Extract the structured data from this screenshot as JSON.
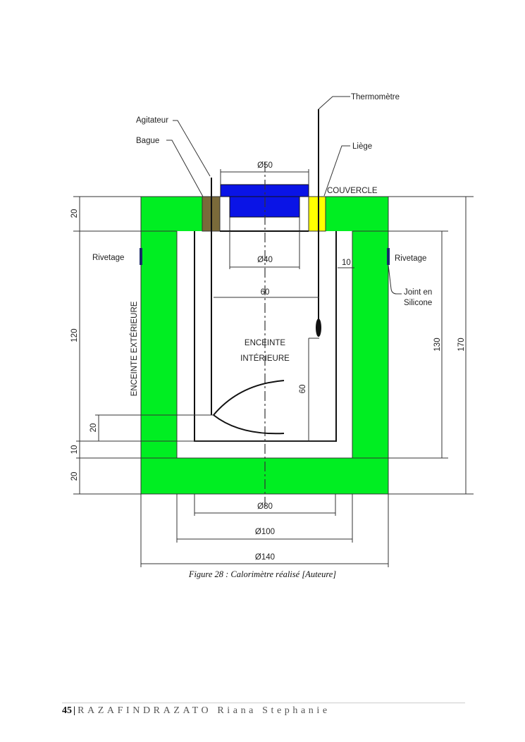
{
  "figure": {
    "labels": {
      "thermometre": "Thermomètre",
      "agitateur": "Agitateur",
      "bague": "Bague",
      "liege": "Liège",
      "couvercle": "COUVERCLE",
      "rivetage_left": "Rivetage",
      "rivetage_right": "Rivetage",
      "joint_line1": "Joint en",
      "joint_line2": "Silicone",
      "enceinte_exterieure": "ENCEINTE EXTÉRIEURE",
      "enceinte_interieure_line1": "ENCEINTE",
      "enceinte_interieure_line2": "INTÉRIEURE"
    },
    "dimensions": {
      "d50": "Ø50",
      "d40": "Ø40",
      "d80": "Ø80",
      "d100": "Ø100",
      "d140": "Ø140",
      "w60": "60",
      "w10": "10",
      "h60": "60",
      "left_20_top": "20",
      "left_120": "120",
      "left_20_paddle": "20",
      "left_10": "10",
      "left_20_bottom": "20",
      "right_130": "130",
      "right_170": "170"
    },
    "colors": {
      "enclosure": "#00ee22",
      "cap": "#0a14e6",
      "bague": "#7a6a3a",
      "liege": "#ffff00",
      "rivet": "#1a2a6a"
    }
  },
  "caption": "Figure 28 : Calorimètre réalisé [Auteure]",
  "footer": {
    "page_number": "45",
    "separator": "|",
    "author": "RAZAFINDRAZATO Riana Stephanie"
  }
}
